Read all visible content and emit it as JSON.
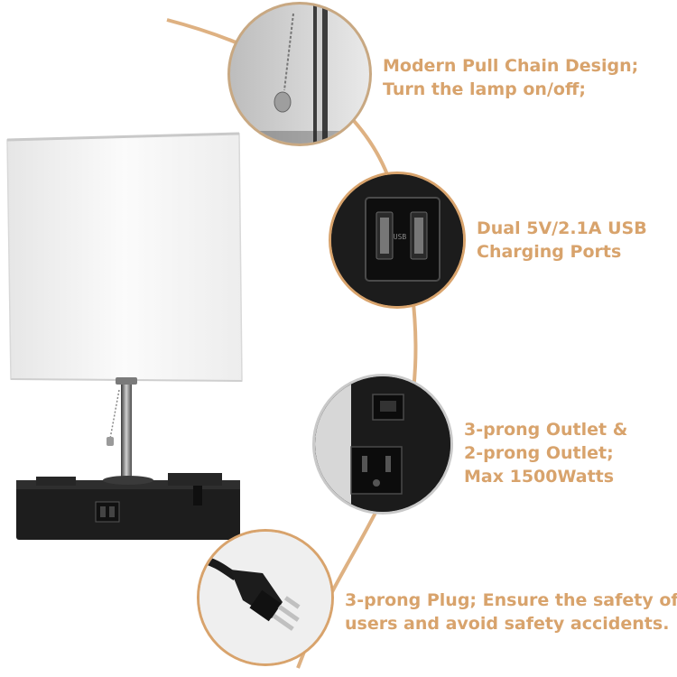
{
  "accent_color": "#d8a36c",
  "features": [
    {
      "icon": "pull-chain-icon",
      "lines": [
        "Modern Pull Chain Design;",
        "Turn the lamp on/off;"
      ]
    },
    {
      "icon": "usb-port-icon",
      "lines": [
        "Dual 5V/2.1A USB",
        "Charging Ports"
      ]
    },
    {
      "icon": "outlet-icon",
      "lines": [
        "3-prong Outlet &",
        "2-prong Outlet;",
        "Max 1500Watts"
      ]
    },
    {
      "icon": "plug-icon",
      "lines": [
        "3-prong Plug; Ensure the safety of",
        "users and avoid safety accidents."
      ]
    }
  ]
}
